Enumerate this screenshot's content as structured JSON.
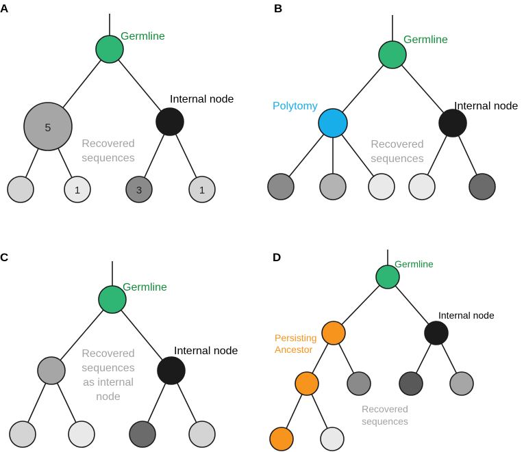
{
  "colors": {
    "germline": "#2fb574",
    "germline_text": "#138a3a",
    "polytomy": "#17aeea",
    "persisting": "#f7941d",
    "internal": "#1b1b1b",
    "recovered_text": "#a3a3a3",
    "gray_light": "#e9e9e9",
    "gray_lightmid": "#d4d4d4",
    "gray_mid": "#b3b3b3",
    "gray_mid2": "#a6a6a6",
    "gray_dark": "#8a8a8a",
    "gray_darker": "#6b6b6b",
    "gray_darkest": "#595959"
  },
  "panels": {
    "a": {
      "label": "A",
      "germline_label": "Germline",
      "internal_label": "Internal node",
      "recovered_label": [
        "Recovered",
        "sequences"
      ],
      "counts": {
        "large": "5",
        "leaf_b": "1",
        "leaf_c": "3",
        "leaf_d": "1"
      }
    },
    "b": {
      "label": "B",
      "germline_label": "Germline",
      "polytomy_label": "Polytomy",
      "internal_label": "Internal node",
      "recovered_label": [
        "Recovered",
        "sequences"
      ]
    },
    "c": {
      "label": "C",
      "germline_label": "Germline",
      "internal_label": "Internal node",
      "recovered_label": [
        "Recovered",
        "sequences",
        "as internal",
        "node"
      ]
    },
    "d": {
      "label": "D",
      "germline_label": "Germline",
      "persisting_label": [
        "Persisting",
        "Ancestor"
      ],
      "internal_label": "Internal node",
      "recovered_label": [
        "Recovered",
        "sequences"
      ]
    }
  }
}
